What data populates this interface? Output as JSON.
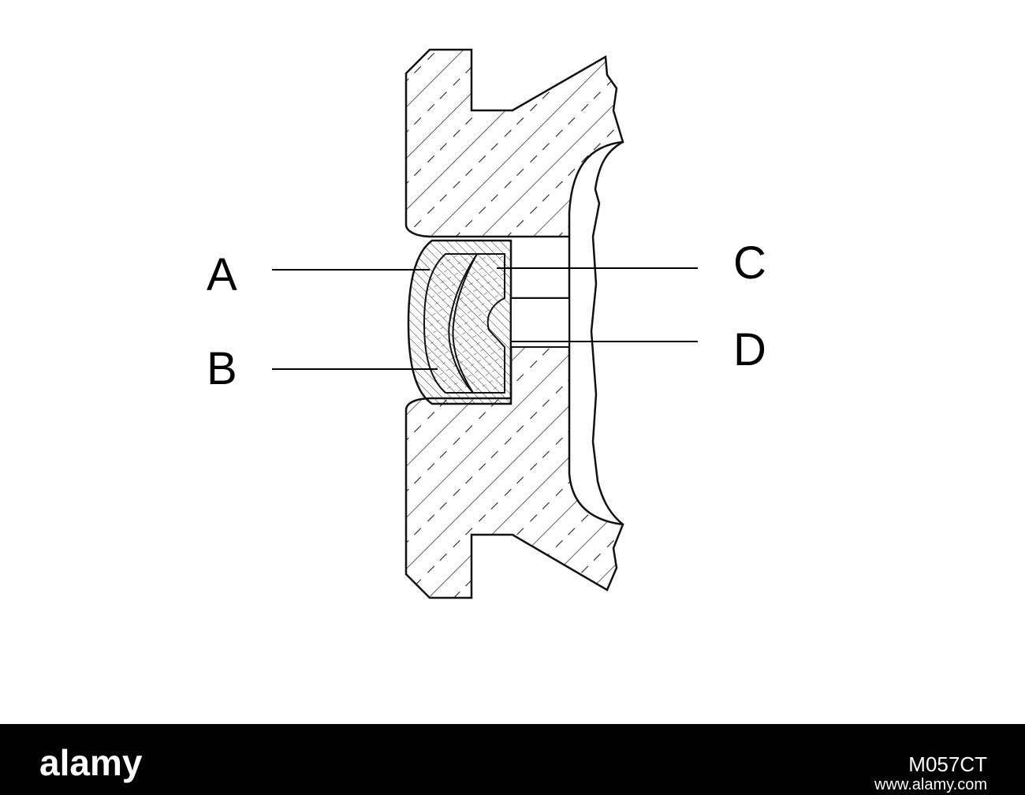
{
  "diagram": {
    "labels": [
      {
        "id": "A",
        "text": "A"
      },
      {
        "id": "B",
        "text": "B"
      },
      {
        "id": "C",
        "text": "C"
      },
      {
        "id": "D",
        "text": "D"
      }
    ]
  },
  "footer": {
    "brand": "alamy",
    "image_id": "M057CT",
    "site": "www.alamy.com",
    "background": "#000000",
    "text_color": "#ffffff"
  }
}
